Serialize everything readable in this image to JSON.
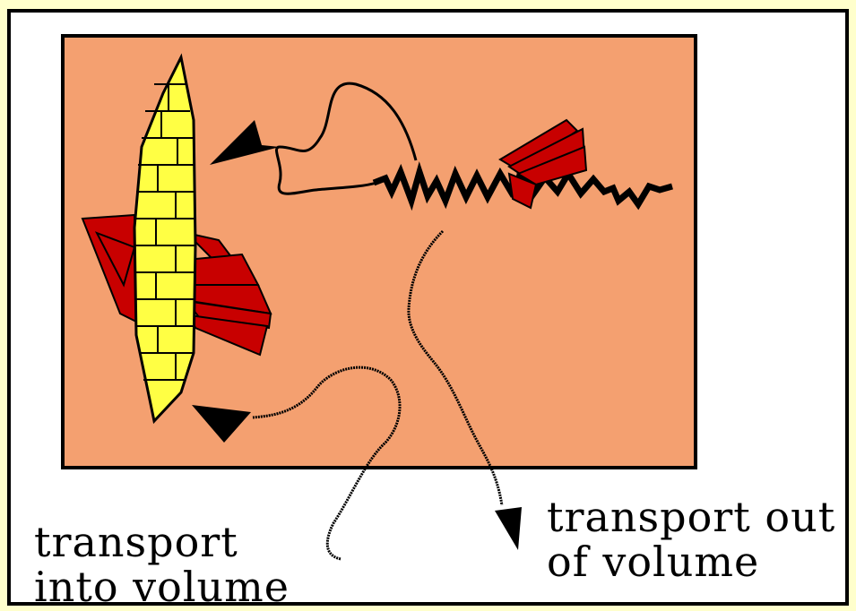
{
  "diagram": {
    "label_in": [
      "transport",
      "into volume"
    ],
    "label_out": [
      "transport out",
      "of volume"
    ]
  },
  "colors": {
    "page_background": "#ffffcc",
    "volume_fill": "#f4a070",
    "leaf": "#c80000",
    "stem": "#ffff44",
    "ink": "#000000"
  },
  "icons": [
    "yellow-plant-stem-icon",
    "red-leaf-icon",
    "arrowhead-icon",
    "wiggle-path-icon"
  ]
}
